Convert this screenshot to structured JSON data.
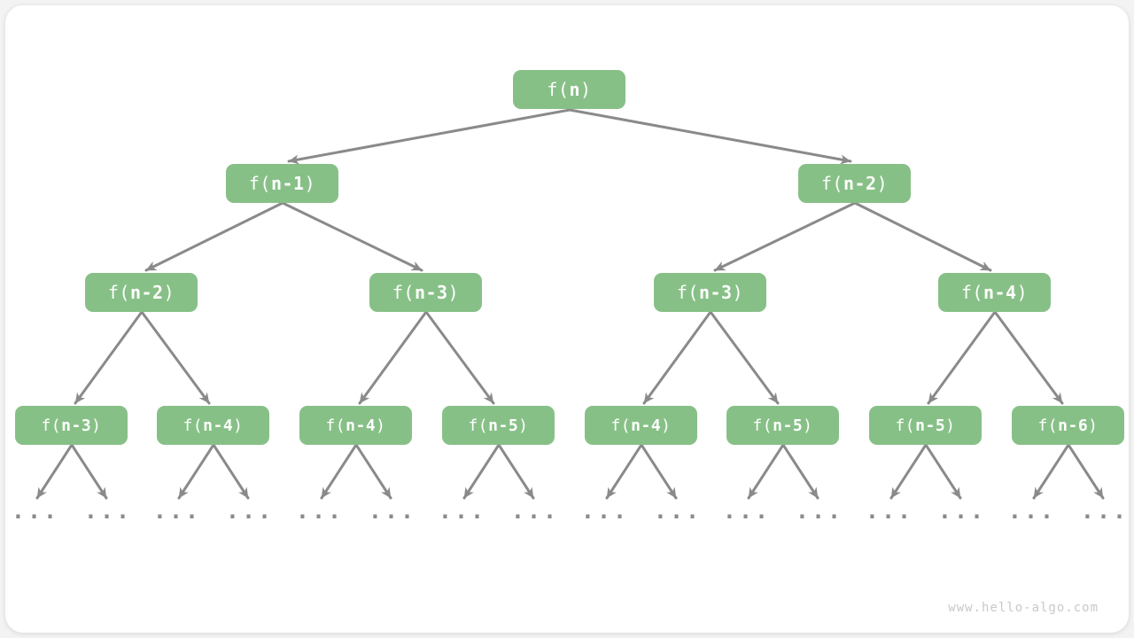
{
  "watermark": "www.hello-algo.com",
  "colors": {
    "node_fill": "#87c087",
    "node_text": "#ffffff",
    "arrow": "#8a8a8a",
    "ellipsis_text": "#8a8a8a",
    "watermark_text": "#c9c9c9",
    "card_background": "#ffffff",
    "page_background": "#f3f3f3"
  },
  "tree": {
    "ellipsis": "...",
    "levels": [
      {
        "nodes": [
          {
            "label": "f(n)",
            "prefix": "f(",
            "arg": "n",
            "suffix": ")"
          }
        ]
      },
      {
        "nodes": [
          {
            "label": "f(n-1)",
            "prefix": "f(",
            "arg": "n-1",
            "suffix": ")"
          },
          {
            "label": "f(n-2)",
            "prefix": "f(",
            "arg": "n-2",
            "suffix": ")"
          }
        ]
      },
      {
        "nodes": [
          {
            "label": "f(n-2)",
            "prefix": "f(",
            "arg": "n-2",
            "suffix": ")"
          },
          {
            "label": "f(n-3)",
            "prefix": "f(",
            "arg": "n-3",
            "suffix": ")"
          },
          {
            "label": "f(n-3)",
            "prefix": "f(",
            "arg": "n-3",
            "suffix": ")"
          },
          {
            "label": "f(n-4)",
            "prefix": "f(",
            "arg": "n-4",
            "suffix": ")"
          }
        ]
      },
      {
        "nodes": [
          {
            "label": "f(n-3)",
            "prefix": "f(",
            "arg": "n-3",
            "suffix": ")"
          },
          {
            "label": "f(n-4)",
            "prefix": "f(",
            "arg": "n-4",
            "suffix": ")"
          },
          {
            "label": "f(n-4)",
            "prefix": "f(",
            "arg": "n-4",
            "suffix": ")"
          },
          {
            "label": "f(n-5)",
            "prefix": "f(",
            "arg": "n-5",
            "suffix": ")"
          },
          {
            "label": "f(n-4)",
            "prefix": "f(",
            "arg": "n-4",
            "suffix": ")"
          },
          {
            "label": "f(n-5)",
            "prefix": "f(",
            "arg": "n-5",
            "suffix": ")"
          },
          {
            "label": "f(n-5)",
            "prefix": "f(",
            "arg": "n-5",
            "suffix": ")"
          },
          {
            "label": "f(n-6)",
            "prefix": "f(",
            "arg": "n-6",
            "suffix": ")"
          }
        ]
      }
    ]
  }
}
